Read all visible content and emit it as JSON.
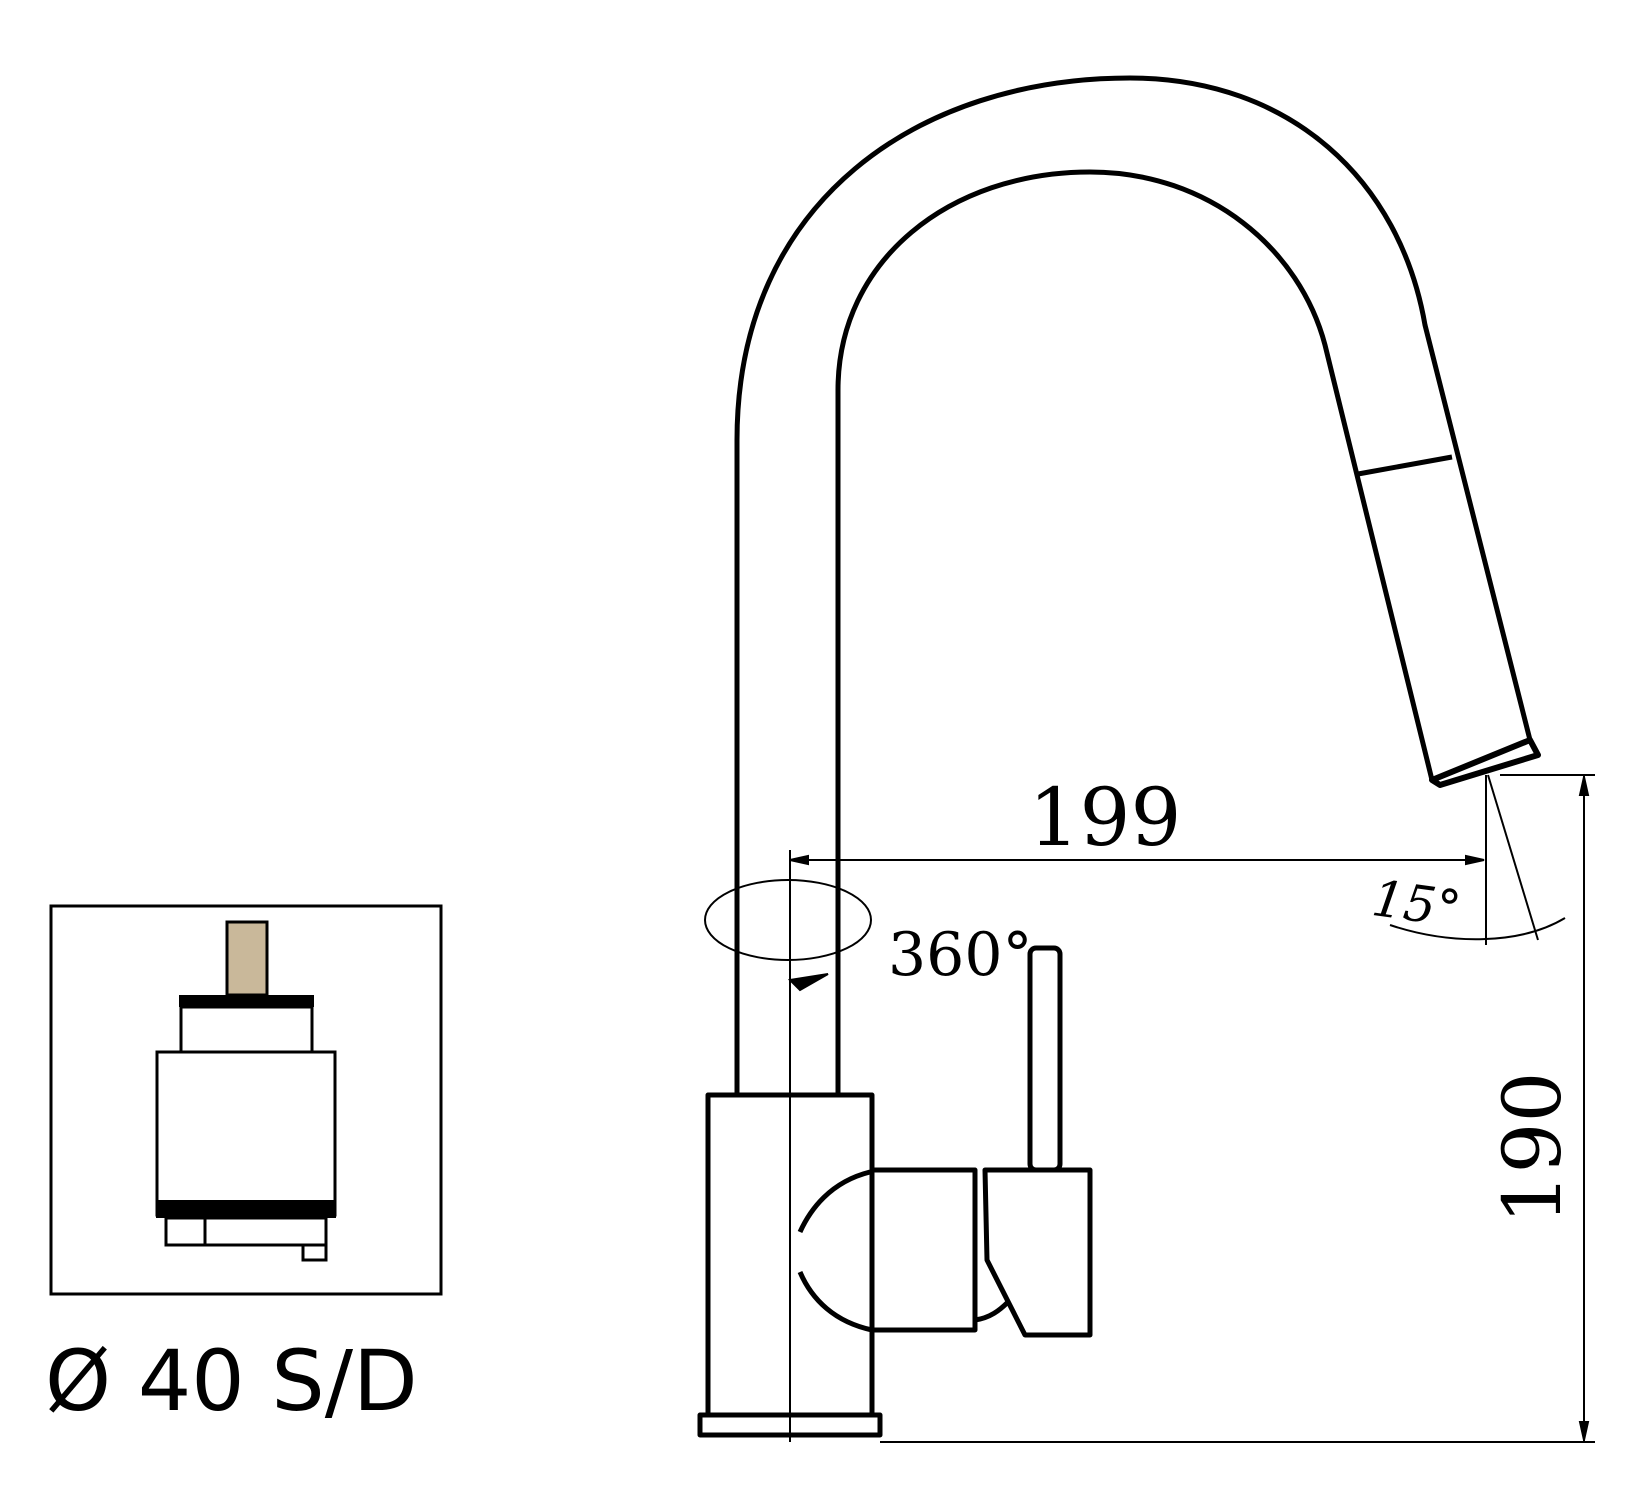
{
  "drawing": {
    "subject": "Pull-out kitchen faucet side elevation",
    "dimensions": {
      "reach": "199",
      "height": "190",
      "swivel": "360°",
      "spray_angle": "15°"
    },
    "cartridge": {
      "label": "Ø 40 S/D",
      "stem_color": "#c9b89a"
    },
    "colors": {
      "line": "#000000",
      "background": "#ffffff"
    }
  }
}
